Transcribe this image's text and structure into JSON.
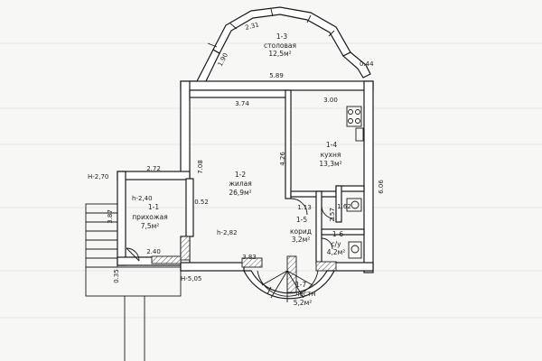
{
  "rooms": {
    "dining": {
      "id": "1-3",
      "name": "столовая",
      "area": "12,5м²"
    },
    "living": {
      "id": "1-2",
      "name": "жилая",
      "area": "26,9м²"
    },
    "kitchen": {
      "id": "1-4",
      "name": "кухня",
      "area": "13,3м²"
    },
    "hall": {
      "id": "1-1",
      "name": "прихожая",
      "area": "7,5м²"
    },
    "corridor": {
      "id": "1-5",
      "name": "корид",
      "area": "3,2м²"
    },
    "wc": {
      "id": "1-6",
      "name": "с/у",
      "area": "4,2м²"
    },
    "stair": {
      "id": "1-7",
      "name": "лестн",
      "area": "5,2м²"
    }
  },
  "dimensions": {
    "bay_arc": "2.31",
    "bay_left": "1.90",
    "bay_right": "0.44",
    "top_span": "5.89",
    "living_top": "3.74",
    "kitchen_top": "3.00",
    "living_height": "7.08",
    "partition": "4.26",
    "kitchen_side": "6.06",
    "hall_top": "2.72",
    "corridor_w": "1.13",
    "wall_seg": "0.52",
    "wc_box": "1.62",
    "corridor_side": "2.57",
    "hall_side": "3.87",
    "hall_bottom": "2.40",
    "step": "0.35",
    "stair_top": "3.83"
  },
  "elevations": {
    "h_270": "Н-2,70",
    "h_240": "h-2,40",
    "h_282": "h-2,82",
    "h_505": "Н-5,05"
  }
}
